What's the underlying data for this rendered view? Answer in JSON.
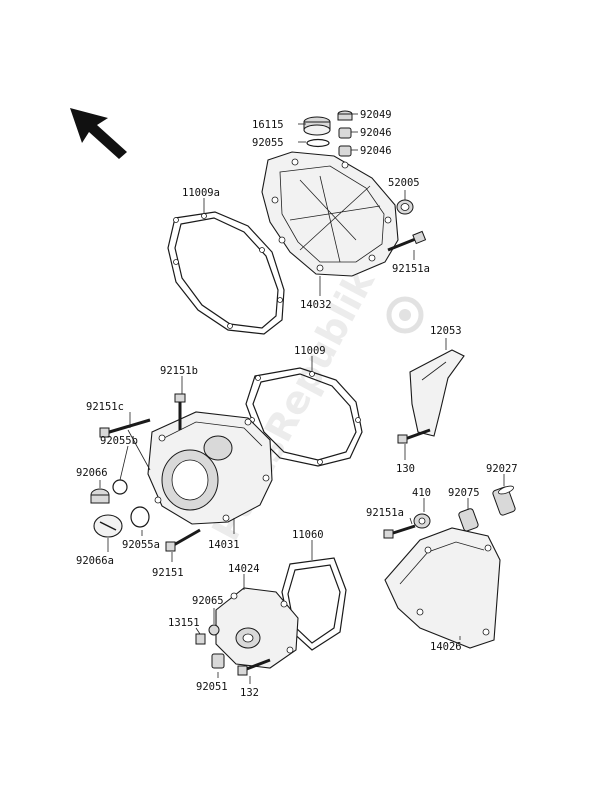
{
  "watermark": "PartsRepublik",
  "labels": {
    "p16115": "16115",
    "p92055": "92055",
    "p92049": "92049",
    "p92046a": "92046",
    "p92046b": "92046",
    "p52005": "52005",
    "p11009a": "11009a",
    "p92151a_top": "92151a",
    "p14032": "14032",
    "p12053": "12053",
    "p11009": "11009",
    "p92151b": "92151b",
    "p92151c": "92151c",
    "p92055b": "92055b",
    "p92066": "92066",
    "p130": "130",
    "p92027": "92027",
    "p410": "410",
    "p92075": "92075",
    "p92151a_mid": "92151a",
    "p92055a": "92055a",
    "p92066a": "92066a",
    "p14031": "14031",
    "p92151": "92151",
    "p11060": "11060",
    "p14024": "14024",
    "p92065": "92065",
    "p13151": "13151",
    "p92051": "92051",
    "p132": "132",
    "p14026": "14026"
  },
  "icons": {
    "direction_arrow": "arrow-up-left-icon",
    "watermark_logo": "gear-logo-icon"
  }
}
